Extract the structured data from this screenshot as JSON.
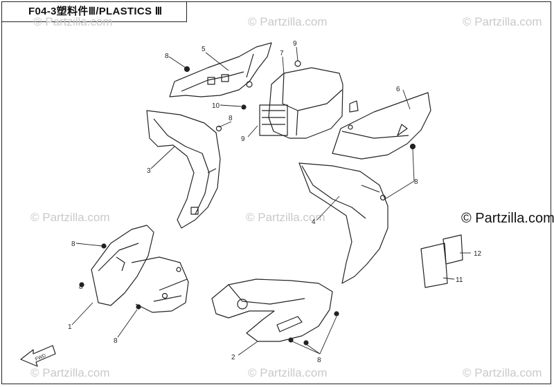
{
  "title": "F04-3塑料件Ⅲ/PLASTICS Ⅲ",
  "watermark": "© Partzilla.com",
  "fwd_label": "FWD",
  "callouts": [
    "8",
    "5",
    "7",
    "9",
    "6",
    "10",
    "8",
    "9",
    "3",
    "8",
    "4",
    "8",
    "1",
    "8",
    "12",
    "11",
    "2",
    "8",
    "8"
  ],
  "colors": {
    "line": "#222222",
    "watermark": "#c9c9c9"
  }
}
